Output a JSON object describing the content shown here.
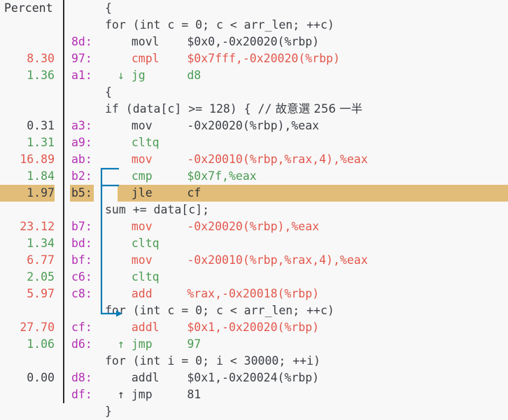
{
  "header": {
    "percent_label": "Percent"
  },
  "colors": {
    "background": "#f8f8f8",
    "highlight": "#e2bd79",
    "hot": "#e2574c",
    "cold": "#4a9b52",
    "address": "#b32fb3",
    "text": "#3b3f45",
    "arrow": "#0b7cb5",
    "divider": "#2a2a2a"
  },
  "lines": [
    {
      "kind": "header",
      "percent": "",
      "header_label": "Percent",
      "source": "{"
    },
    {
      "kind": "source",
      "percent": "",
      "source": "for (int c = 0; c < arr_len; ++c)"
    },
    {
      "kind": "asm",
      "percent": "",
      "address": "8d:",
      "jumpmark": "",
      "mnemonic": "movl",
      "operands": "$0x0,-0x20020(%rbp)",
      "style": "dark"
    },
    {
      "kind": "asm",
      "percent": "8.30",
      "percent_style": "hot",
      "address": "97:",
      "jumpmark": "",
      "mnemonic": "cmpl",
      "operands": "$0x7fff,-0x20020(%rbp)",
      "style": "red"
    },
    {
      "kind": "asm",
      "percent": "1.36",
      "percent_style": "cold",
      "address": "a1:",
      "jumpmark": "↓",
      "mnemonic": "jg",
      "operands": "d8",
      "style": "green"
    },
    {
      "kind": "source",
      "percent": "",
      "source": "{"
    },
    {
      "kind": "source",
      "percent": "",
      "source": "if (data[c] >= 128) { // 故意選 256 一半"
    },
    {
      "kind": "asm",
      "percent": "0.31",
      "percent_style": "zero",
      "address": "a3:",
      "jumpmark": "",
      "mnemonic": "mov",
      "operands": "-0x20020(%rbp),%eax",
      "style": "dark"
    },
    {
      "kind": "asm",
      "percent": "1.31",
      "percent_style": "cold",
      "address": "a9:",
      "jumpmark": "",
      "mnemonic": "cltq",
      "operands": "",
      "style": "green"
    },
    {
      "kind": "asm",
      "percent": "16.89",
      "percent_style": "hot",
      "address": "ab:",
      "jumpmark": "",
      "mnemonic": "mov",
      "operands": "-0x20010(%rbp,%rax,4),%eax",
      "style": "red"
    },
    {
      "kind": "asm",
      "percent": "1.84",
      "percent_style": "cold",
      "address": "b2:",
      "jumpmark": "",
      "mnemonic": "cmp",
      "operands": "$0x7f,%eax",
      "style": "green"
    },
    {
      "kind": "asm",
      "percent": "1.97",
      "percent_style": "zero",
      "address": "b5:",
      "jumpmark": "",
      "mnemonic": "jle",
      "operands": "cf",
      "style": "dark",
      "selected": true
    },
    {
      "kind": "source",
      "percent": "",
      "source": "sum += data[c];"
    },
    {
      "kind": "asm",
      "percent": "23.12",
      "percent_style": "hot",
      "address": "b7:",
      "jumpmark": "",
      "mnemonic": "mov",
      "operands": "-0x20020(%rbp),%eax",
      "style": "red"
    },
    {
      "kind": "asm",
      "percent": "1.34",
      "percent_style": "cold",
      "address": "bd:",
      "jumpmark": "",
      "mnemonic": "cltq",
      "operands": "",
      "style": "green"
    },
    {
      "kind": "asm",
      "percent": "6.77",
      "percent_style": "hot",
      "address": "bf:",
      "jumpmark": "",
      "mnemonic": "mov",
      "operands": "-0x20010(%rbp,%rax,4),%eax",
      "style": "red"
    },
    {
      "kind": "asm",
      "percent": "2.05",
      "percent_style": "cold",
      "address": "c6:",
      "jumpmark": "",
      "mnemonic": "cltq",
      "operands": "",
      "style": "green"
    },
    {
      "kind": "asm",
      "percent": "5.97",
      "percent_style": "hot",
      "address": "c8:",
      "jumpmark": "",
      "mnemonic": "add",
      "operands": "%rax,-0x20018(%rbp)",
      "style": "red"
    },
    {
      "kind": "source",
      "percent": "",
      "source": "for (int c = 0; c < arr_len; ++c)"
    },
    {
      "kind": "asm",
      "percent": "27.70",
      "percent_style": "hot",
      "address": "cf:",
      "jumpmark": "",
      "mnemonic": "addl",
      "operands": "$0x1,-0x20020(%rbp)",
      "style": "red"
    },
    {
      "kind": "asm",
      "percent": "1.06",
      "percent_style": "cold",
      "address": "d6:",
      "jumpmark": "↑",
      "mnemonic": "jmp",
      "operands": "97",
      "style": "green"
    },
    {
      "kind": "source",
      "percent": "",
      "source": "for (int i = 0; i < 30000; ++i)"
    },
    {
      "kind": "asm",
      "percent": "0.00",
      "percent_style": "zero",
      "address": "d8:",
      "jumpmark": "",
      "mnemonic": "addl",
      "operands": "$0x1,-0x20024(%rbp)",
      "style": "dark"
    },
    {
      "kind": "asm",
      "percent": "",
      "address": "df:",
      "jumpmark": "↑",
      "mnemonic": "jmp",
      "operands": "81",
      "style": "dark"
    },
    {
      "kind": "source",
      "percent": "",
      "source": "}"
    }
  ],
  "jump_arrows": [
    {
      "name": "jump-b2-to-cf",
      "from_row": 10,
      "to_row": 19,
      "direction": "down"
    }
  ]
}
